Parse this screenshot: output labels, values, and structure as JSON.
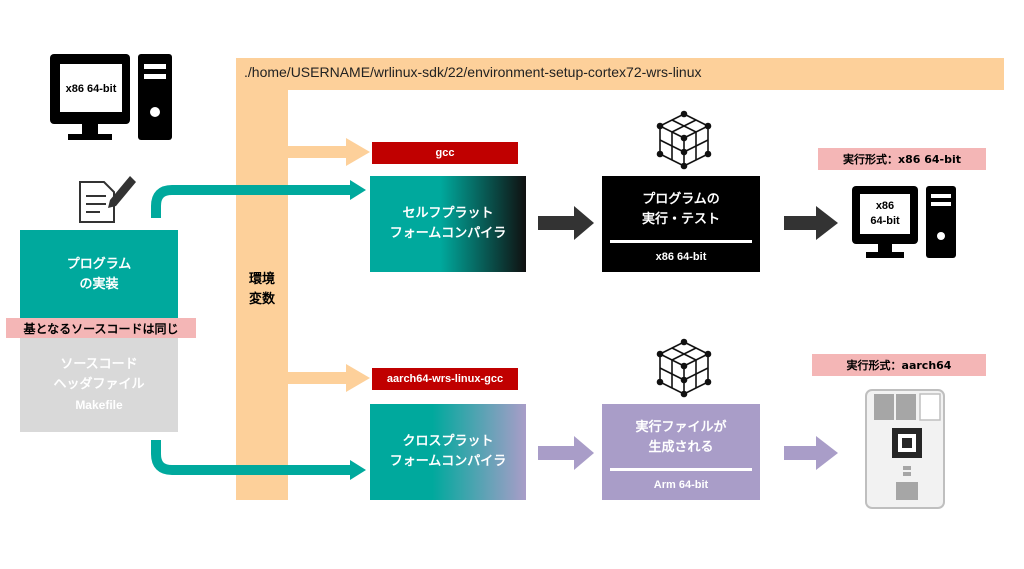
{
  "path": "./home/USERNAME/wrlinux-sdk/22/environment-setup-cortex72-wrs-linux",
  "env": {
    "line1": "環境",
    "line2": "変数"
  },
  "host_pc": {
    "label": "x86 64-bit"
  },
  "source": {
    "implement_line1": "プログラム",
    "implement_line2": "の実装",
    "same_source_note": "基となるソースコードは同じ",
    "files_line1": "ソースコード",
    "files_line2": "ヘッダファイル",
    "files_line3": "Makefile"
  },
  "top_path": {
    "compiler_name": "gcc",
    "box_line1": "セルフプラット",
    "box_line2": "フォームコンパイラ",
    "result_line1": "プログラムの",
    "result_line2": "実行・テスト",
    "result_arch": "x86 64-bit",
    "exec_format": "実行形式：x86 64-bit",
    "target_line1": "x86",
    "target_line2": "64-bit"
  },
  "bottom_path": {
    "compiler_name": "aarch64-wrs-linux-gcc",
    "box_line1": "クロスプラット",
    "box_line2": "フォームコンパイラ",
    "result_line1": "実行ファイルが",
    "result_line2": "生成される",
    "result_arch": "Arm 64-bit",
    "exec_format": "実行形式：aarch64"
  },
  "colors": {
    "path_bar": "#fdd09a",
    "teal": "#00a99d",
    "red_label": "#c00000",
    "pink_label": "#f4b6b6",
    "purple": "#a99dc8",
    "black": "#000000",
    "gray_box": "#d9d9d9"
  },
  "icons": [
    "desktop-pc-icon",
    "document-pencil-icon",
    "cube-network-icon",
    "embedded-board-icon"
  ]
}
